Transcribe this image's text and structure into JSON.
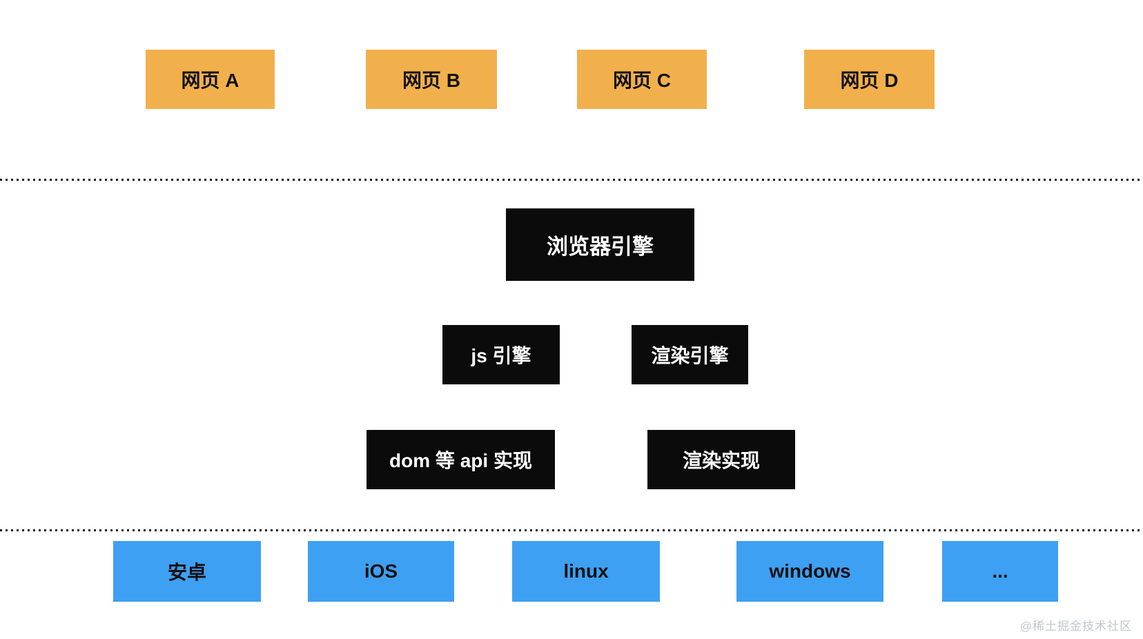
{
  "colors": {
    "background": "#ffffff",
    "webpage_box": "#f2b04c",
    "engine_box": "#0b0b0b",
    "engine_text": "#ffffff",
    "platform_box": "#3ea0f2",
    "box_text": "#111111",
    "dotted_line": "#111111",
    "watermark": "#c2c6cc"
  },
  "webpage_layer": {
    "items": [
      {
        "label": "网页 A"
      },
      {
        "label": "网页 B"
      },
      {
        "label": "网页 C"
      },
      {
        "label": "网页 D"
      }
    ]
  },
  "engine_layer": {
    "browser_engine": {
      "label": "浏览器引擎"
    },
    "js_engine": {
      "label": "js 引擎"
    },
    "render_engine": {
      "label": "渲染引擎"
    },
    "dom_api_impl": {
      "label": "dom 等 api 实现"
    },
    "render_impl": {
      "label": "渲染实现"
    }
  },
  "platform_layer": {
    "items": [
      {
        "label": "安卓"
      },
      {
        "label": "iOS"
      },
      {
        "label": "linux"
      },
      {
        "label": "windows"
      },
      {
        "label": "..."
      }
    ]
  },
  "watermark": {
    "label": "@稀土掘金技术社区"
  }
}
